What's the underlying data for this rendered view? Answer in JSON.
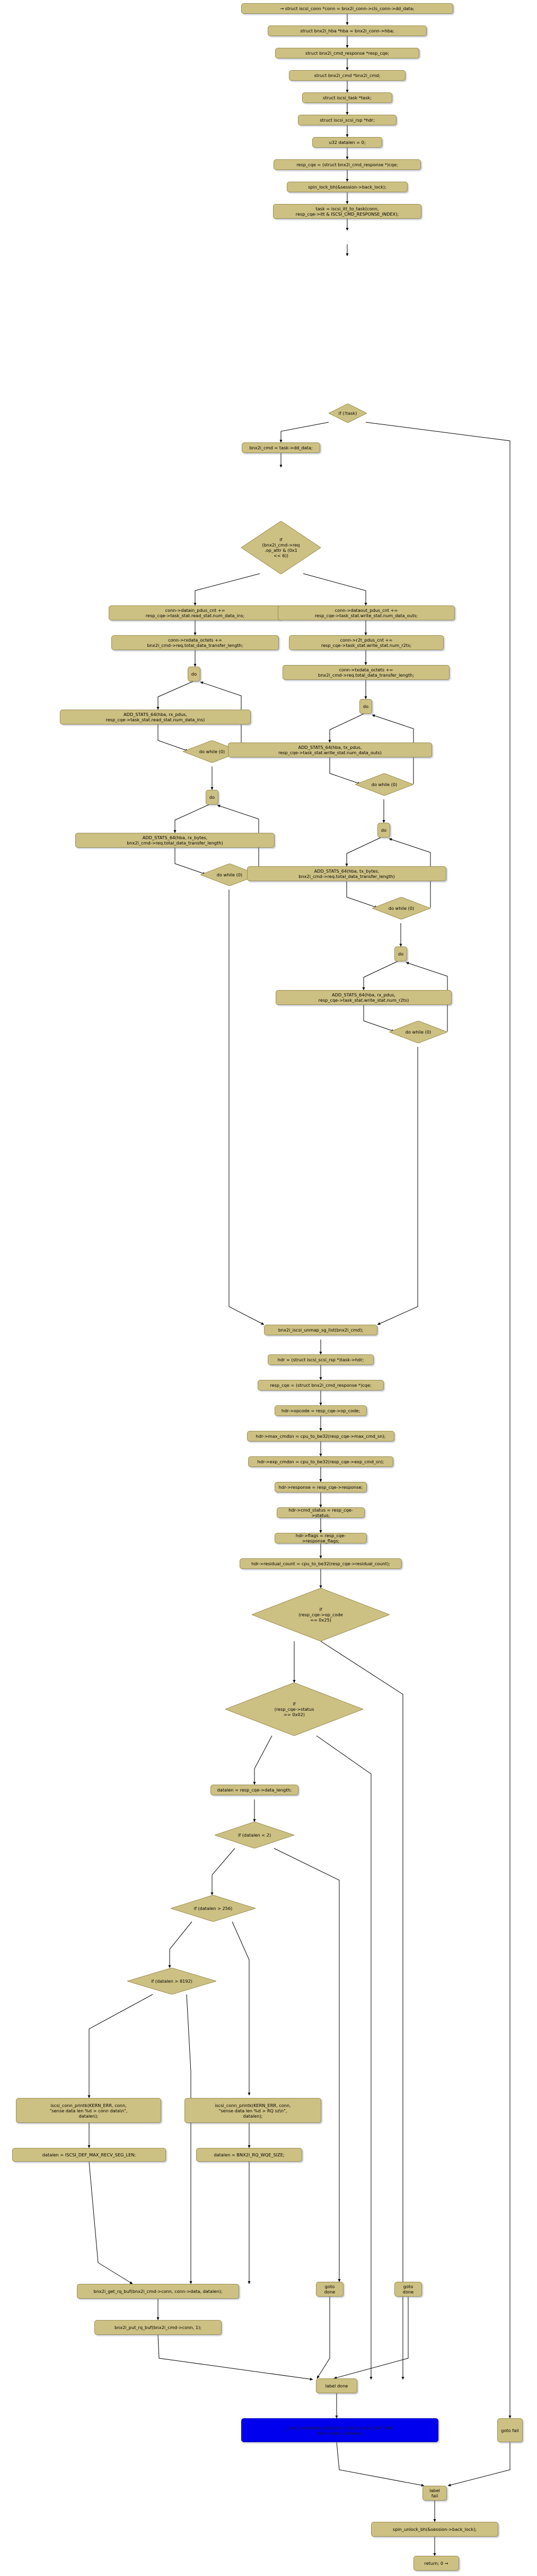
{
  "diagram": {
    "kind": "control-flow-graph",
    "subject": "bnx2i_process_scsi_cmd_resp",
    "colors": {
      "node_fill": "#cdc083",
      "node_stroke": "#9a8f52",
      "edge": "#000000",
      "highlight_fill": "#0000ee",
      "background": "#ffffff"
    }
  },
  "nodes": {
    "n1": {
      "label": "→ struct iscsi_conn *conn = bnx2i_conn->cls_conn->dd_data;",
      "shape": "process"
    },
    "n2": {
      "label": "struct bnx2i_hba *hba = bnx2i_conn->hba;",
      "shape": "process"
    },
    "n3": {
      "label": "struct bnx2i_cmd_response *resp_cqe;",
      "shape": "process"
    },
    "n4": {
      "label": "struct bnx2i_cmd *bnx2i_cmd;",
      "shape": "process"
    },
    "n5": {
      "label": "struct iscsi_task *task;",
      "shape": "process"
    },
    "n6": {
      "label": "struct iscsi_scsi_rsp *hdr;",
      "shape": "process"
    },
    "n7": {
      "label": "u32 datalen = 0;",
      "shape": "process"
    },
    "n8": {
      "label": "resp_cqe = (struct bnx2i_cmd_response *)cqe;",
      "shape": "process"
    },
    "n9": {
      "label": "spin_lock_bh(&session->back_lock);",
      "shape": "process"
    },
    "n10": {
      "label": "task = iscsi_itt_to_task(conn,\nresp_cqe->itt & ISCSI_CMD_RESPONSE_INDEX);",
      "shape": "process"
    },
    "n11": {
      "label": "if (!task)",
      "shape": "decision"
    },
    "n12": {
      "label": "bnx2i_cmd = task->dd_data;",
      "shape": "process"
    },
    "n13": {
      "label": "if\n(bnx2i_cmd->req\n.op_attr & (0x1\n<< 6))",
      "shape": "decision"
    },
    "n14": {
      "label": "conn->datain_pdus_cnt +=\nresp_cqe->task_stat.read_stat.num_data_ins;",
      "shape": "process"
    },
    "n15": {
      "label": "conn->rxdata_octets +=\nbnx2i_cmd->req.total_data_transfer_length;",
      "shape": "process"
    },
    "n16": {
      "label": "do",
      "shape": "process"
    },
    "n17": {
      "label": "ADD_STATS_64(hba, rx_pdus,\nresp_cqe->task_stat.read_stat.num_data_ins)",
      "shape": "process"
    },
    "n18": {
      "label": "do while (0)",
      "shape": "decision"
    },
    "n19": {
      "label": "do",
      "shape": "process"
    },
    "n20": {
      "label": "ADD_STATS_64(hba, rx_bytes,\nbnx2i_cmd->req.total_data_transfer_length)",
      "shape": "process"
    },
    "n21": {
      "label": "do while (0)",
      "shape": "decision"
    },
    "n22": {
      "label": "conn->dataout_pdus_cnt +=\nresp_cqe->task_stat.write_stat.num_data_outs;",
      "shape": "process"
    },
    "n23": {
      "label": "conn->r2t_pdus_cnt +=\nresp_cqe->task_stat.write_stat.num_r2ts;",
      "shape": "process"
    },
    "n24": {
      "label": "conn->txdata_octets +=\nbnx2i_cmd->req.total_data_transfer_length;",
      "shape": "process"
    },
    "n25": {
      "label": "do",
      "shape": "process"
    },
    "n26": {
      "label": "ADD_STATS_64(hba, tx_pdus,\nresp_cqe->task_stat.write_stat.num_data_outs)",
      "shape": "process"
    },
    "n27": {
      "label": "do while (0)",
      "shape": "decision"
    },
    "n28": {
      "label": "do",
      "shape": "process"
    },
    "n29": {
      "label": "ADD_STATS_64(hba, tx_bytes,\nbnx2i_cmd->req.total_data_transfer_length)",
      "shape": "process"
    },
    "n30": {
      "label": "do while (0)",
      "shape": "decision"
    },
    "n31": {
      "label": "do",
      "shape": "process"
    },
    "n32": {
      "label": "ADD_STATS_64(hba, rx_pdus,\nresp_cqe->task_stat.write_stat.num_r2ts)",
      "shape": "process"
    },
    "n33": {
      "label": "do while (0)",
      "shape": "decision"
    },
    "n34": {
      "label": "bnx2i_iscsi_unmap_sg_list(bnx2i_cmd);",
      "shape": "process"
    },
    "n35": {
      "label": "hdr = (struct iscsi_scsi_rsp *)task->hdr;",
      "shape": "process"
    },
    "n36": {
      "label": "resp_cqe = (struct bnx2i_cmd_response *)cqe;",
      "shape": "process"
    },
    "n37": {
      "label": "hdr->opcode = resp_cqe->op_code;",
      "shape": "process"
    },
    "n38": {
      "label": "hdr->max_cmdsn = cpu_to_be32(resp_cqe->max_cmd_sn);",
      "shape": "process"
    },
    "n39": {
      "label": "hdr->exp_cmdsn = cpu_to_be32(resp_cqe->exp_cmd_sn);",
      "shape": "process"
    },
    "n40": {
      "label": "hdr->response = resp_cqe->response;",
      "shape": "process"
    },
    "n41": {
      "label": "hdr->cmd_status = resp_cqe->status;",
      "shape": "process"
    },
    "n42": {
      "label": "hdr->flags = resp_cqe->response_flags;",
      "shape": "process"
    },
    "n43": {
      "label": "hdr->residual_count = cpu_to_be32(resp_cqe->residual_count);",
      "shape": "process"
    },
    "n44": {
      "label": "if\n(resp_cqe->op_code\n== 0x25)",
      "shape": "decision"
    },
    "n45": {
      "label": "if\n(resp_cqe->status\n== 0x02)",
      "shape": "decision"
    },
    "n46": {
      "label": "datalen = resp_cqe->data_length;",
      "shape": "process"
    },
    "n47": {
      "label": "if (datalen < 2)",
      "shape": "decision"
    },
    "n48": {
      "label": "if (datalen > 256)",
      "shape": "decision"
    },
    "n49": {
      "label": "if (datalen > 8192)",
      "shape": "decision"
    },
    "n50": {
      "label": "iscsi_conn_printk(KERN_ERR, conn,\n\"sense data len %d > conn data\\n\",\ndatalen);",
      "shape": "process"
    },
    "n51": {
      "label": "iscsi_conn_printk(KERN_ERR, conn,\n\"sense data len %d > RQ sz\\n\",\ndatalen);",
      "shape": "process"
    },
    "n52": {
      "label": "datalen = ISCSI_DEF_MAX_RECV_SEG_LEN;",
      "shape": "process"
    },
    "n53": {
      "label": "datalen = BNX2I_RQ_WQE_SIZE;",
      "shape": "process"
    },
    "n54": {
      "label": "bnx2i_get_rq_buf(bnx2i_cmd->conn, conn->data, datalen);",
      "shape": "process"
    },
    "n55": {
      "label": "bnx2i_put_rq_buf(bnx2i_cmd->conn, 1);",
      "shape": "process"
    },
    "n56": {
      "label": "goto done",
      "shape": "process"
    },
    "n57": {
      "label": "goto done",
      "shape": "process"
    },
    "n58": {
      "label": "label done",
      "shape": "process"
    },
    "n59": {
      "label": "__iscsi_complete_pdu(conn, (struct iscsi_hdr *)hdr,\nconn->data, datalen);",
      "shape": "process",
      "highlight": true
    },
    "n60": {
      "label": "goto fail",
      "shape": "process"
    },
    "n61": {
      "label": "label fail",
      "shape": "process"
    },
    "n62": {
      "label": "spin_unlock_bh(&session->back_lock);",
      "shape": "process"
    },
    "n63": {
      "label": "return; 0 →",
      "shape": "process"
    }
  },
  "edges": [
    {
      "from": "n1",
      "to": "n2"
    },
    {
      "from": "n2",
      "to": "n3"
    },
    {
      "from": "n3",
      "to": "n4"
    },
    {
      "from": "n4",
      "to": "n5"
    },
    {
      "from": "n5",
      "to": "n6"
    },
    {
      "from": "n6",
      "to": "n7"
    },
    {
      "from": "n7",
      "to": "n8"
    },
    {
      "from": "n8",
      "to": "n9"
    },
    {
      "from": "n9",
      "to": "n10"
    },
    {
      "from": "n10",
      "to": "n11"
    },
    {
      "from": "n11",
      "to": "n12",
      "branch": "false"
    },
    {
      "from": "n11",
      "to": "n60",
      "branch": "true"
    },
    {
      "from": "n12",
      "to": "n13"
    },
    {
      "from": "n13",
      "to": "n14",
      "branch": "true"
    },
    {
      "from": "n13",
      "to": "n22",
      "branch": "false"
    },
    {
      "from": "n14",
      "to": "n15"
    },
    {
      "from": "n15",
      "to": "n16"
    },
    {
      "from": "n16",
      "to": "n17"
    },
    {
      "from": "n17",
      "to": "n18"
    },
    {
      "from": "n18",
      "to": "n19"
    },
    {
      "from": "n19",
      "to": "n20"
    },
    {
      "from": "n20",
      "to": "n21"
    },
    {
      "from": "n21",
      "to": "n34"
    },
    {
      "from": "n22",
      "to": "n23"
    },
    {
      "from": "n23",
      "to": "n24"
    },
    {
      "from": "n24",
      "to": "n25"
    },
    {
      "from": "n25",
      "to": "n26"
    },
    {
      "from": "n26",
      "to": "n27"
    },
    {
      "from": "n27",
      "to": "n28"
    },
    {
      "from": "n28",
      "to": "n29"
    },
    {
      "from": "n29",
      "to": "n30"
    },
    {
      "from": "n30",
      "to": "n31"
    },
    {
      "from": "n31",
      "to": "n32"
    },
    {
      "from": "n32",
      "to": "n33"
    },
    {
      "from": "n33",
      "to": "n34"
    },
    {
      "from": "n34",
      "to": "n35"
    },
    {
      "from": "n35",
      "to": "n36"
    },
    {
      "from": "n36",
      "to": "n37"
    },
    {
      "from": "n37",
      "to": "n38"
    },
    {
      "from": "n38",
      "to": "n39"
    },
    {
      "from": "n39",
      "to": "n40"
    },
    {
      "from": "n40",
      "to": "n41"
    },
    {
      "from": "n41",
      "to": "n42"
    },
    {
      "from": "n42",
      "to": "n43"
    },
    {
      "from": "n43",
      "to": "n44"
    },
    {
      "from": "n44",
      "to": "n45",
      "branch": "true"
    },
    {
      "from": "n44",
      "to": "n58",
      "branch": "false"
    },
    {
      "from": "n45",
      "to": "n46",
      "branch": "true"
    },
    {
      "from": "n45",
      "to": "n58",
      "branch": "false"
    },
    {
      "from": "n46",
      "to": "n47"
    },
    {
      "from": "n47",
      "to": "n48",
      "branch": "false"
    },
    {
      "from": "n47",
      "to": "n56",
      "branch": "true"
    },
    {
      "from": "n48",
      "to": "n49",
      "branch": "true"
    },
    {
      "from": "n48",
      "to": "n51",
      "branch": "false"
    },
    {
      "from": "n49",
      "to": "n50",
      "branch": "true"
    },
    {
      "from": "n49",
      "to": "n54",
      "branch": "false"
    },
    {
      "from": "n50",
      "to": "n52"
    },
    {
      "from": "n52",
      "to": "n54"
    },
    {
      "from": "n51",
      "to": "n53"
    },
    {
      "from": "n53",
      "to": "n54"
    },
    {
      "from": "n54",
      "to": "n55"
    },
    {
      "from": "n55",
      "to": "n58"
    },
    {
      "from": "n56",
      "to": "n58"
    },
    {
      "from": "n57",
      "to": "n58"
    },
    {
      "from": "n58",
      "to": "n59"
    },
    {
      "from": "n59",
      "to": "n61"
    },
    {
      "from": "n60",
      "to": "n61"
    },
    {
      "from": "n61",
      "to": "n62"
    },
    {
      "from": "n62",
      "to": "n63"
    }
  ]
}
